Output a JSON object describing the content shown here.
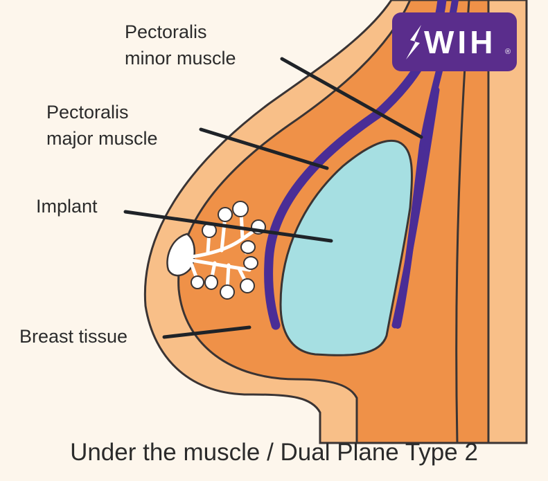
{
  "labels": {
    "pectoralis_minor": [
      "Pectoralis",
      "minor muscle"
    ],
    "pectoralis_major": [
      "Pectoralis",
      "major muscle"
    ],
    "implant": "Implant",
    "breast_tissue": "Breast tissue"
  },
  "caption": "Under the muscle / Dual Plane Type 2",
  "logo": {
    "text": "WIH",
    "registered": "®"
  },
  "colors": {
    "background": "#fdf6ec",
    "skin": "#f8bf88",
    "tissue": "#ef9148",
    "muscle": "#4a2d96",
    "implant": "#a6dfe2",
    "outline": "#3a3434",
    "logo": "#5a2d8c"
  }
}
